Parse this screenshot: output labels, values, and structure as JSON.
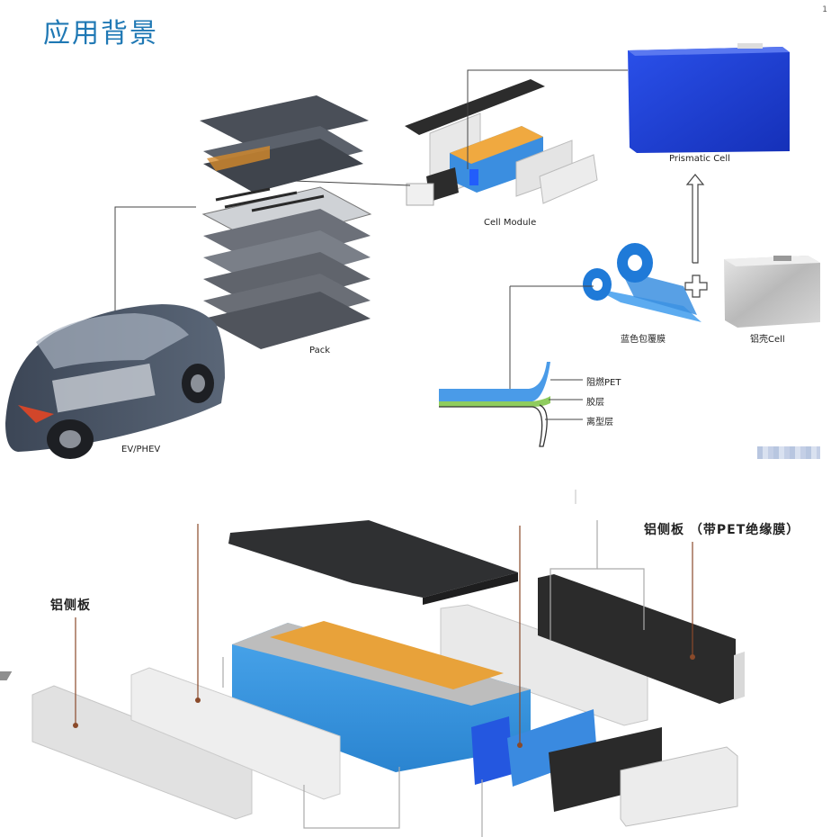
{
  "slide": {
    "title": "应用背景",
    "page_number": "1"
  },
  "top_diagram": {
    "labels": {
      "prismatic_cell": "Prismatic Cell",
      "cell_module": "Cell Module",
      "pack": "Pack",
      "ev": "EV/PHEV",
      "blue_film": "蓝色包覆膜",
      "aluminum_cell": "铝壳Cell",
      "layer_pet": "阻燃PET",
      "layer_glue": "胶层",
      "layer_release": "离型层"
    },
    "colors": {
      "cell_blue": "#1f3fd6",
      "film_blue": "#3a8fe0",
      "glue_green": "#7bbf55"
    }
  },
  "bottom_diagram": {
    "labels": {
      "aluminum_side_plate": "铝侧板",
      "aluminum_side_plate_pet": "铝侧板 （带PET绝缘膜）"
    },
    "colors": {
      "module_blue": "#2f8fd8",
      "busbar_orange": "#e69a2a",
      "dark_plate": "#2b2b2b"
    }
  }
}
